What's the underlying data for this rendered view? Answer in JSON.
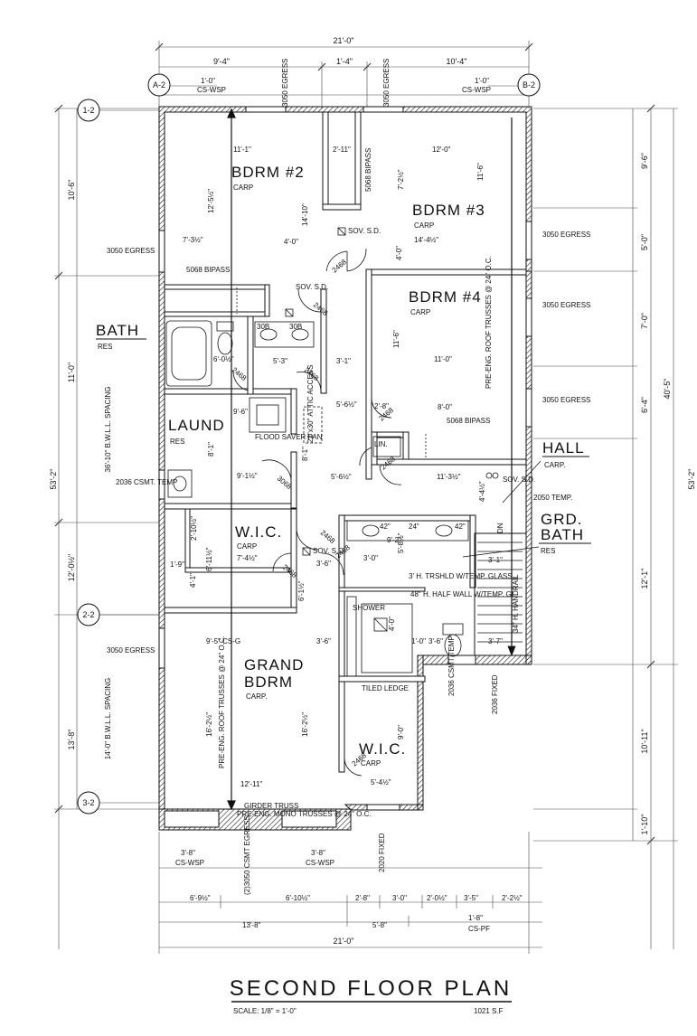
{
  "title": "SECOND FLOOR PLAN",
  "scale": "SCALE: 1/8\" = 1'-0\"",
  "area": "1021 S.F",
  "grid_tags": {
    "a2": "A-2",
    "b2": "B-2",
    "r1": "1-2",
    "r2": "2-2",
    "r3": "3-2"
  },
  "rooms": {
    "bdrm2": {
      "name": "BDRM #2",
      "floor": "CARP"
    },
    "bdrm3": {
      "name": "BDRM #3",
      "floor": "CARP"
    },
    "bdrm4": {
      "name": "BDRM #4",
      "floor": "CARP"
    },
    "bath": {
      "name": "BATH",
      "floor": "RES"
    },
    "laund": {
      "name": "LAUND",
      "floor": "RES"
    },
    "wic1": {
      "name": "W.I.C.",
      "floor": "CARP"
    },
    "grand": {
      "name": "GRAND BDRM",
      "name1": "GRAND",
      "name2": "BDRM",
      "floor": "CARP."
    },
    "wic2": {
      "name": "W.I.C.",
      "floor": "CARP"
    },
    "hall": {
      "name": "HALL",
      "floor": "CARP."
    },
    "grdbath": {
      "name1": "GRD.",
      "name2": "BATH",
      "floor": "RES"
    }
  },
  "dims": {
    "overall_top": "21'-0\"",
    "top_a": "9'-4\"",
    "top_b": "1'-4\"",
    "top_c": "10'-4\"",
    "cs_wsp": "CS-WSP",
    "one_zero": "1'-0\"",
    "egress_3050": "3050 EGRESS",
    "left_10_6": "10'-6\"",
    "left_11_0": "11'-0\"",
    "left_12_0": "12'-0½\"",
    "left_13_8": "13'-8\"",
    "left_53_2": "53'-2\"",
    "bwll_1": "36'-10\" B.W.L.L. SPACING",
    "bwll_2": "14'-0\" B.W.L.L. SPACING",
    "csmt": "2036 CSMT. TEMP",
    "right_9_6": "9'-6\"",
    "right_5_0": "5'-0\"",
    "right_7_0": "7'-0\"",
    "right_6_4": "6'-4\"",
    "right_12_1": "12'-1\"",
    "right_10_11": "10'-11\"",
    "right_1_10": "1'-10\"",
    "right_40_5": "40'-5\"",
    "right_53_2": "53'-2\"",
    "bot_3_8": "3'-8\"",
    "bot_csmt": "(2)3050 CSMT EGRESS",
    "bot_2020": "2020 FIXED",
    "bot_6_9": "6'-9½\"",
    "bot_6_10": "6'-10½\"",
    "bot_2_8": "2'-8\"",
    "bot_3_0": "3'-0\"",
    "bot_2_0": "2'-0½\"",
    "bot_3_5": "3'-5\"",
    "bot_2_2": "2'-2½\"",
    "bot_13_8": "13'-8\"",
    "bot_5_8": "5'-8\"",
    "bot_1_8": "1'-8\"",
    "cs_pf": "CS-PF",
    "overall_bot": "21'-0\""
  },
  "interior": {
    "d11_1": "11'-1\"",
    "d2_11": "2'-11\"",
    "d12_0": "12'-0\"",
    "d12_5": "12'-5½\"",
    "d14_10": "14'-10\"",
    "d7_2": "7'-2½\"",
    "d11_6": "11'-6\"",
    "d7_3": "7'-3½\"",
    "d4_0": "4'-0\"",
    "d14_4": "14'-4½\"",
    "bipass": "5068 BIPASS",
    "bipass_v": "5068 BIPASS",
    "smoke": "SOV. S.D.",
    "d2468": "2468",
    "d3068": "3068",
    "d30b": "30B",
    "d5_3": "5'-3\"",
    "d3_1": "3'-1\"",
    "d6_0": "6'-0½\"",
    "d11_0": "11'-0\"",
    "d9_6": "9'-6\"",
    "d8_1": "8'-1\"",
    "d9_1": "9'-1½\"",
    "d5_6": "5'-6½\"",
    "d2_8": "2'-8\"",
    "d8_0": "8'-0\"",
    "d11_3": "11'-3½\"",
    "flood": "FLOOD SAVER PAN",
    "attic": "22\"x30\" ATTIC ACCESS",
    "lin": "LIN.",
    "d2050": "2050 TEMP.",
    "d42a": "42\"",
    "d24": "24\"",
    "d42b": "42\"",
    "d9_2": "9'-2\"",
    "d3_0": "3'-0\"",
    "shower_note": "3' H. TRSHLD W/TEMP. GLASS",
    "halfwall": "48\" H. HALF WALL W/TEMP. GL",
    "shower": "SHOWER",
    "tiled": "TILED LEDGE",
    "handrail": "34\" H. HANDRAIL",
    "dn": "DN",
    "d9_5": "9'-5\" CS-G",
    "d16_2": "16'-2½\"",
    "d16_2b": "16'-2½\"",
    "truss1": "PRE-ENG. ROOF TRUSSES @ 24\" O.C.",
    "truss2": "PRE-ENG. ROOF TRUSSES @ 24\" O.C.",
    "d12_11": "12'-11\"",
    "girder": "GIRDER TRUSS",
    "mono": "PRE-ENG. MONO TRUSSES @ 24\" O.C.",
    "d9_0": "9'-0\"",
    "d5_4": "5'-4½\"",
    "d2036": "2036 CSMT TEMP",
    "d2036f": "2036 FIXED",
    "d3_7": "3'-7\"",
    "d3_1b": "3'-1\"",
    "d4_4": "4'-4½\"",
    "d1_9": "1'-9\"",
    "d7_4": "7'-4½\"",
    "d6_11": "6'-11½\"",
    "d2_10": "2'-10½\"",
    "d4_1": "4'-1\"",
    "d6_1": "6'-1½\"",
    "d3_6": "3'-6\"",
    "d5_8": "5'-8½\"",
    "d3_6b": "3'-6\"",
    "d4_0b": "4'-0\"",
    "d1_0": "1'-0\"",
    "d3_6c": "3'-6\""
  }
}
